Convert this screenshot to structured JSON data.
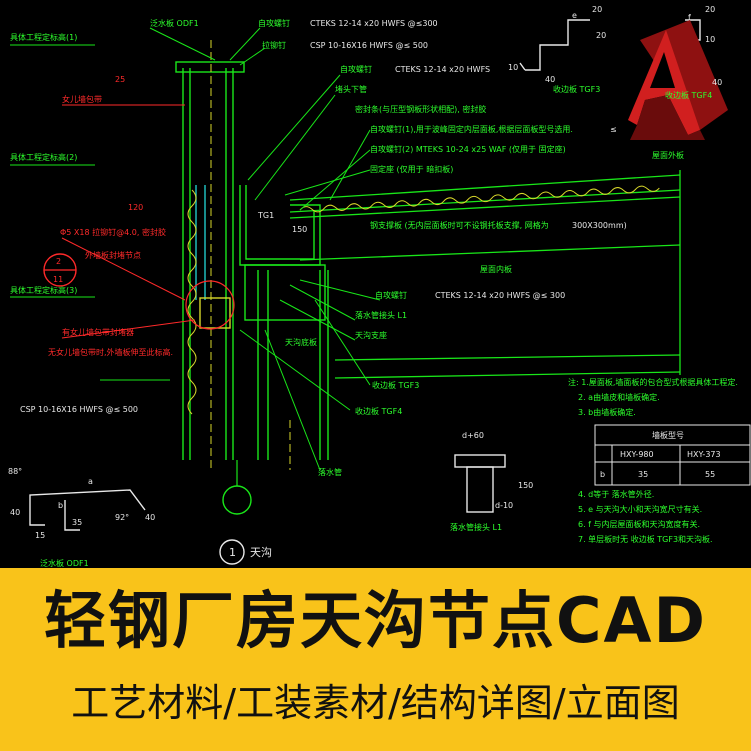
{
  "banner": {
    "title": "轻钢厂房天沟节点CAD",
    "subtitle": "工艺材料/工装素材/结构详图/立面图",
    "background_color": "#f9c31a",
    "text_color": "#111111"
  },
  "logo": {
    "icon": "autocad-logo-icon",
    "letter": "A",
    "color": "#d11f1f"
  },
  "colors": {
    "line_green": "#19e619",
    "text_green": "#2dff2d",
    "text_red": "#ff2a2a",
    "text_white": "#e8e8e8",
    "line_yellow": "#d8d82a",
    "line_cyan": "#21c8c8"
  },
  "labels": {
    "flashing_odf1": "泛水板 ODF1",
    "self_tap_top": "自攻螺钉",
    "cteks_top": "CTEKS 12-14 x20 HWFS @≤300",
    "blind_rivet": "拉铆钉",
    "csp_top": "CSP 10-16X16 HWFS @≤ 500",
    "self_tap_2": "自攻螺钉",
    "cteks_2": "CTEKS 12-14 x20 HWFS",
    "downpipe": "堵头下管",
    "sealant_strip": "密封条(与压型钢板形状相配), 密封胶",
    "self_tap_1": "自攻螺钉(1),用于波峰固定内层面板,根据层面板型号选用.",
    "self_tap_2b": "自攻螺钉(2) MTEKS 10-24 x25 WAF (仅用于 固定座)",
    "fixing_seat": "固定座 (仅用于 暗扣板)",
    "roof_outer": "屋面外板",
    "dim_top_1": "25",
    "left_spec_1": "具体工程定标高(1)",
    "firewall_strip": "女儿墙包带",
    "left_spec_2": "具体工程定标高(2)",
    "dim_left_2": "120",
    "tg1": "TG1",
    "dim_150": "150",
    "rivet_spec": "Φ5 X18 拉铆钉@4.0, 密封胶",
    "wall_strip_a": "外墙板封堵节点",
    "callout_2": "2",
    "callout_11": "11",
    "left_spec_3": "具体工程定标高(3)",
    "wall_trim": "有女儿墙包带封堵器",
    "no_parapet": "无女儿墙包带时,外墙板伸至此标高.",
    "support_note": "钢支撑板 (无内层面板时可不设钢托板支撑, 网格为",
    "grid_size": "300X300mm)",
    "roof_inner": "屋面内板",
    "self_tap_3": "自攻螺钉",
    "cteks_3": "CTEKS 12-14 x20 HWFS @≤ 300",
    "pipe_seal": "落水管接头 L1",
    "gutter_support": "天沟支座",
    "gutter_bottom": "天沟底板",
    "joint_plate_1": "收边板 TGF3",
    "joint_plate_2": "收边板 TGF4",
    "csp_bottom": "CSP 10-16X16 HWFS @≤ 500",
    "downpipe_2": "落水管",
    "joint_plate_tgf3_top": "收边板 TGF3",
    "joint_plate_tgf4_top": "收边板 TGF4",
    "dim_20a": "20",
    "dim_20b": "20",
    "dim_10a": "10",
    "dim_10b": "10",
    "dim_40": "40",
    "dim_e": "e",
    "dim_f": "f",
    "dim_40b": "40",
    "angle_88": "88°",
    "angle_92": "92°",
    "dim_a": "a",
    "dim_b": "b",
    "dim_35": "35",
    "dim_15": "15",
    "dim_40c": "40",
    "dim_40d": "40",
    "dim_d60": "d+60",
    "dim_d10": "d-10",
    "dim_150b": "150",
    "pipe_seal_2": "落水管接头 L1",
    "section_num": "1",
    "section_name": "天沟",
    "flashing_odf1_b": "泛水板 ODF1",
    "dim_ge": "≤"
  },
  "notes": {
    "n1": "注: 1.屋面板,墙面板的包合型式根据具体工程定.",
    "n2": "2. a由墙皮和墙板确定.",
    "n3": "3. b由墙板确定.",
    "table_header": "墙板型号",
    "table_col1": "HXY-980",
    "table_col2": "HXY-373",
    "table_row_label": "b",
    "table_val1": "35",
    "table_val2": "55",
    "n4": "4. d等于 落水管外径.",
    "n5": "5. e 与天沟大小和天沟宽尺寸有关.",
    "n6": "6. f 与内层屋面板和天沟宽度有关.",
    "n7": "7. 单层板时无  收边板  TGF3和天沟板."
  }
}
